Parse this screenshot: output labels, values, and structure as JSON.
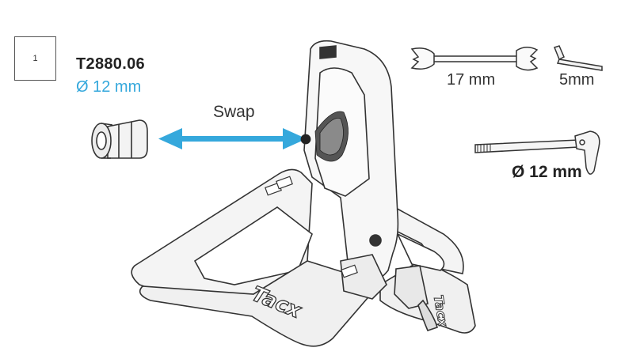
{
  "step": {
    "number": "1"
  },
  "part": {
    "number": "T2880.06",
    "diameter": "Ø 12 mm"
  },
  "action": {
    "label": "Swap"
  },
  "tools": {
    "wrench_label": "17 mm",
    "hex_key_label": "5mm"
  },
  "axle": {
    "label": "Ø 12 mm"
  },
  "brand": {
    "logo_text": "Tacx"
  },
  "colors": {
    "accent_blue": "#35a8dc",
    "line": "#333333"
  }
}
